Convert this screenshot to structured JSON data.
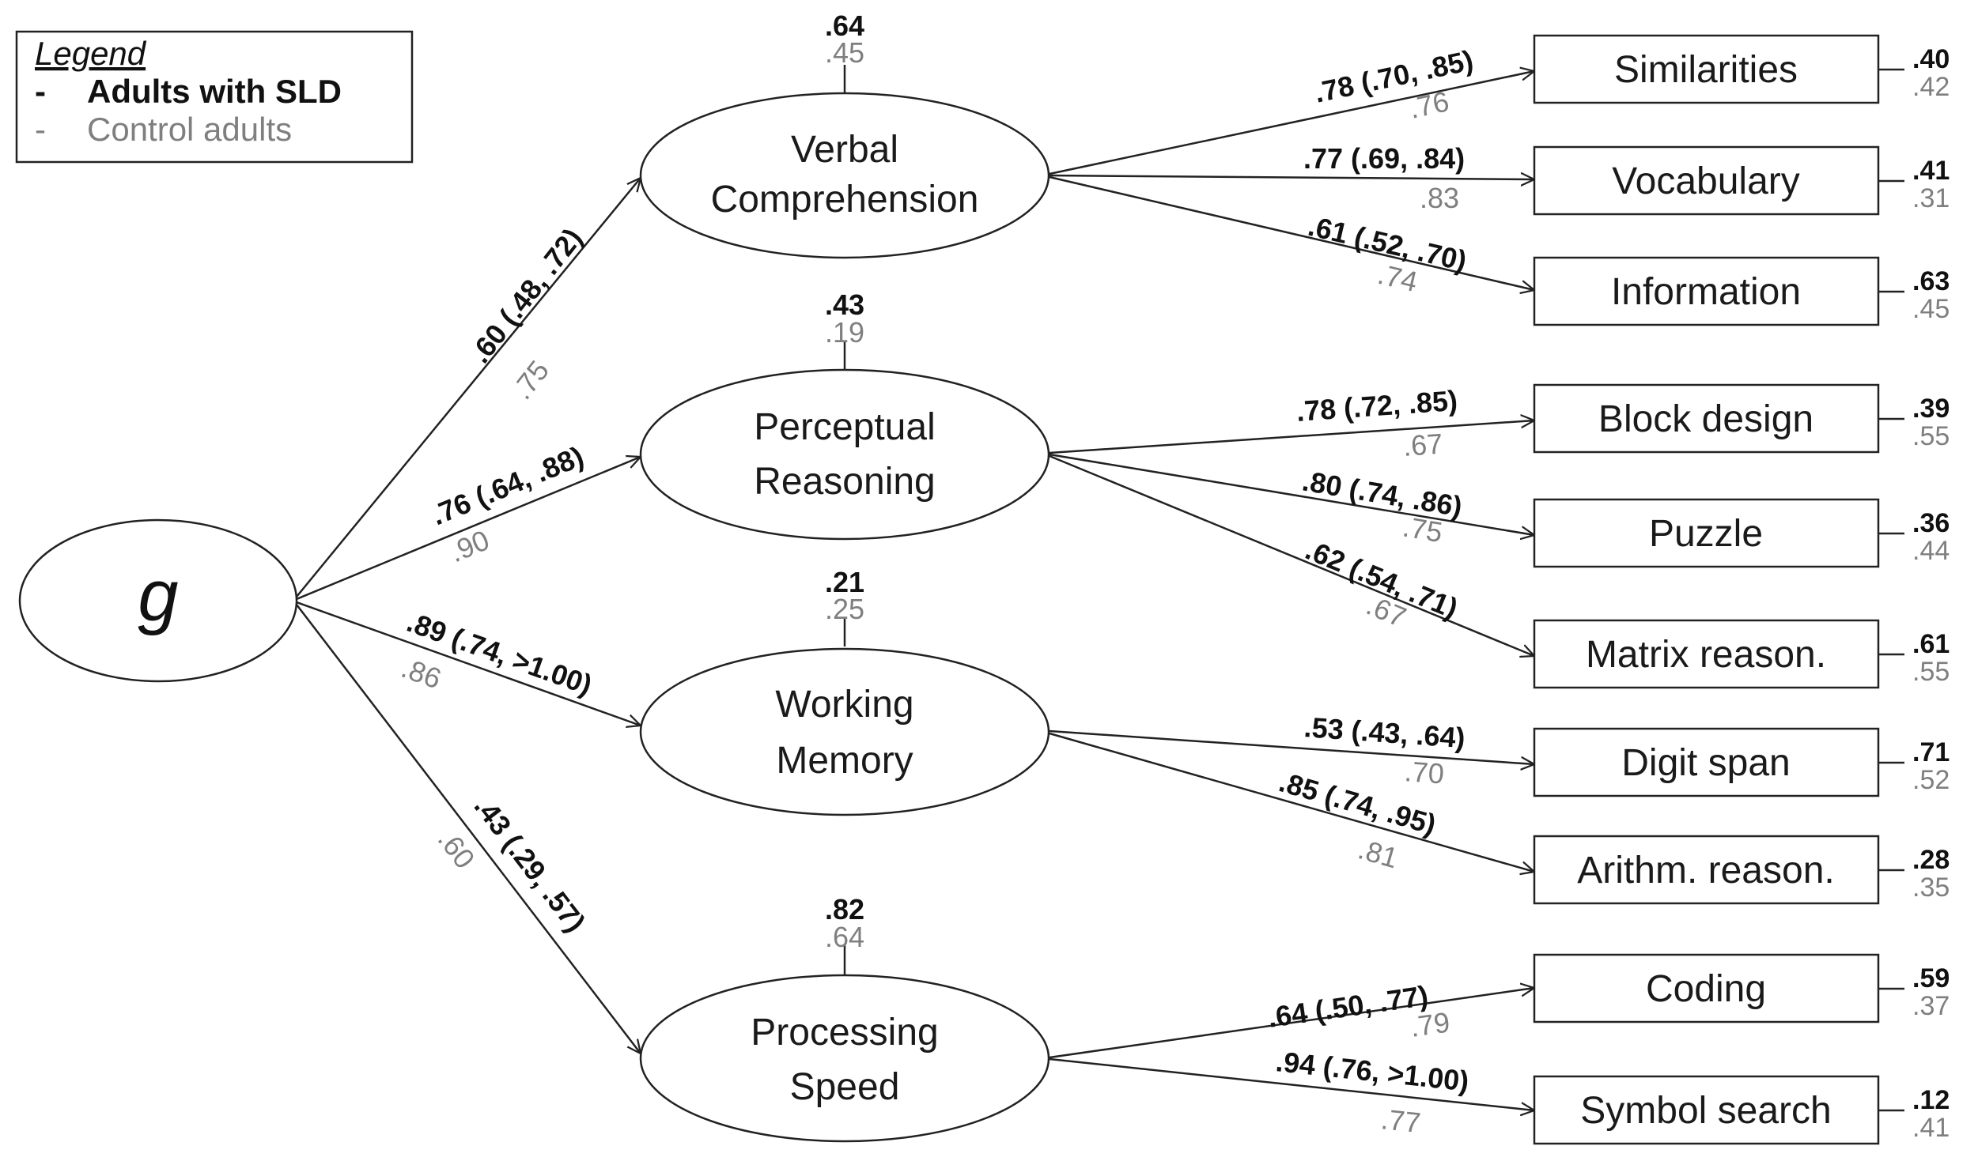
{
  "legend": {
    "title": "Legend",
    "sld_label": "Adults with SLD",
    "control_label": "Control adults",
    "sld_color": "#111111",
    "control_color": "#7f7f7f"
  },
  "general_factor": {
    "label": "g"
  },
  "factors": {
    "vc": {
      "label_line1": "Verbal",
      "label_line2": "Comprehension",
      "residual_sld": ".64",
      "residual_ctl": ".45",
      "loading_sld": ".60 (.48, .72)",
      "loading_ctl": ".75"
    },
    "pr": {
      "label_line1": "Perceptual",
      "label_line2": "Reasoning",
      "residual_sld": ".43",
      "residual_ctl": ".19",
      "loading_sld": ".76 (.64, .88)",
      "loading_ctl": ".90"
    },
    "wm": {
      "label_line1": "Working",
      "label_line2": "Memory",
      "residual_sld": ".21",
      "residual_ctl": ".25",
      "loading_sld": ".89 (.74, >1.00)",
      "loading_ctl": ".86"
    },
    "ps": {
      "label_line1": "Processing",
      "label_line2": "Speed",
      "residual_sld": ".82",
      "residual_ctl": ".64",
      "loading_sld": ".43 (.29, .57)",
      "loading_ctl": ".60"
    }
  },
  "subtests": {
    "similarities": {
      "label": "Similarities",
      "loading_sld": ".78 (.70, .85)",
      "loading_ctl": ".76",
      "error_sld": ".40",
      "error_ctl": ".42"
    },
    "vocabulary": {
      "label": "Vocabulary",
      "loading_sld": ".77 (.69, .84)",
      "loading_ctl": ".83",
      "error_sld": ".41",
      "error_ctl": ".31"
    },
    "information": {
      "label": "Information",
      "loading_sld": ".61 (.52, .70)",
      "loading_ctl": ".74",
      "error_sld": ".63",
      "error_ctl": ".45"
    },
    "block_design": {
      "label": "Block design",
      "loading_sld": ".78 (.72, .85)",
      "loading_ctl": ".67",
      "error_sld": ".39",
      "error_ctl": ".55"
    },
    "puzzle": {
      "label": "Puzzle",
      "loading_sld": ".80 (.74, .86)",
      "loading_ctl": ".75",
      "error_sld": ".36",
      "error_ctl": ".44"
    },
    "matrix": {
      "label": "Matrix reason.",
      "loading_sld": ".62 (.54, .71)",
      "loading_ctl": ".67",
      "error_sld": ".61",
      "error_ctl": ".55"
    },
    "digit_span": {
      "label": "Digit span",
      "loading_sld": ".53 (.43, .64)",
      "loading_ctl": ".70",
      "error_sld": ".71",
      "error_ctl": ".52"
    },
    "arithmetic": {
      "label": "Arithm. reason.",
      "loading_sld": ".85 (.74, .95)",
      "loading_ctl": ".81",
      "error_sld": ".28",
      "error_ctl": ".35"
    },
    "coding": {
      "label": "Coding",
      "loading_sld": ".64 (.50, .77)",
      "loading_ctl": ".79",
      "error_sld": ".59",
      "error_ctl": ".37"
    },
    "symbol_search": {
      "label": "Symbol search",
      "loading_sld": ".94 (.76, >1.00)",
      "loading_ctl": ".77",
      "error_sld": ".12",
      "error_ctl": ".41"
    }
  }
}
